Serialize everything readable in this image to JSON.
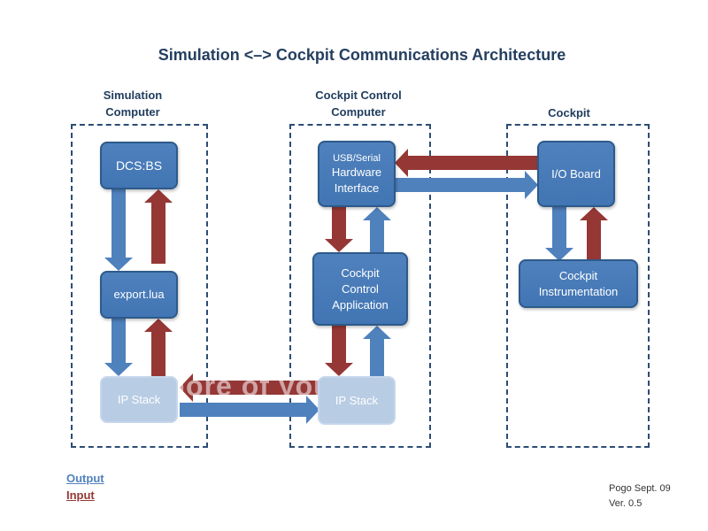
{
  "title": "Simulation <–> Cockpit Communications Architecture",
  "groups": {
    "simulation": {
      "line1": "Simulation",
      "line2": "Computer"
    },
    "control": {
      "line1": "Cockpit Control",
      "line2": "Computer"
    },
    "cockpit": {
      "line1": "Cockpit"
    }
  },
  "nodes": {
    "dcs": "DCS:BS",
    "export": "export.lua",
    "ip_stack_sim": "IP Stack",
    "hw_interface": {
      "line1": "USB/Serial",
      "line2": "Hardware",
      "line3": "Interface"
    },
    "control_app": {
      "line1": "Cockpit",
      "line2": "Control",
      "line3": "Application"
    },
    "ip_stack_ctrl": "IP Stack",
    "io_board": "I/O Board",
    "instrumentation": {
      "line1": "Cockpit",
      "line2": "Instrumentation"
    }
  },
  "watermark": "rect more of your m",
  "legend": {
    "output": "Output",
    "input": "Input"
  },
  "credit": {
    "line1": "Pogo Sept. 09",
    "line2": "Ver. 0.5"
  },
  "colors": {
    "output_arrow": "#4f81bd",
    "input_arrow": "#953735",
    "node_fill": "#4f81bd",
    "faded_fill": "#b8cce4",
    "zone_border": "#2c4d75"
  }
}
